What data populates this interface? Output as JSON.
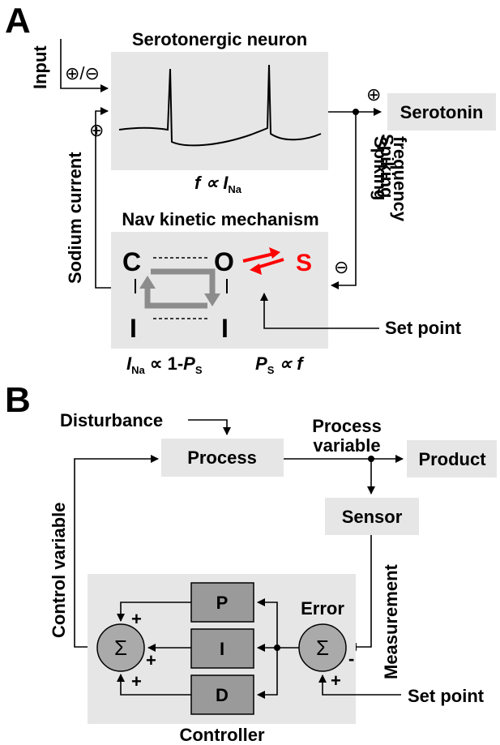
{
  "panel_a": {
    "letter": "A",
    "input_label": "Input",
    "input_sign": "⊕/⊖",
    "neuron_title": "Serotonergic neuron",
    "sodium_sign": "⊕",
    "output_sign": "⊕",
    "serotonin": "Serotonin",
    "relation_f": "f ∝ I",
    "relation_f_sub": "Na",
    "spiking_line1": "Spiking",
    "spiking_line2": "frequency",
    "sodium_current": "Sodium current",
    "nav_title": "Nav kinetic mechanism",
    "state_c": "C",
    "state_o": "O",
    "state_s": "S",
    "state_i_left": "I",
    "state_i_right": "I",
    "feedback_sign": "⊖",
    "set_point": "Set point",
    "relation_ina_a": "I",
    "relation_ina_sub": "Na",
    "relation_ina_b": "∝ 1-",
    "relation_ina_p": "P",
    "relation_ina_psub": "S",
    "relation_ps_a": "P",
    "relation_ps_sub": "S",
    "relation_ps_b": "∝ f"
  },
  "panel_b": {
    "letter": "B",
    "disturbance": "Disturbance",
    "process": "Process",
    "process_var_line1": "Process",
    "process_var_line2": "variable",
    "product": "Product",
    "sensor": "Sensor",
    "measurement": "Measurement",
    "control_variable": "Control variable",
    "error": "Error",
    "p": "P",
    "i": "I",
    "d": "D",
    "sigma": "Σ",
    "sum_plus_top": "+",
    "sum_plus_mid": "+",
    "sum_plus_bot": "+",
    "err_minus": "-",
    "err_plus": "+",
    "set_point": "Set point",
    "controller": "Controller"
  },
  "colors": {
    "box": "#e6e6e6",
    "pid_box": "#9a9a9a",
    "arrow_gray": "#8c8c8c",
    "red": "#ff0000"
  }
}
